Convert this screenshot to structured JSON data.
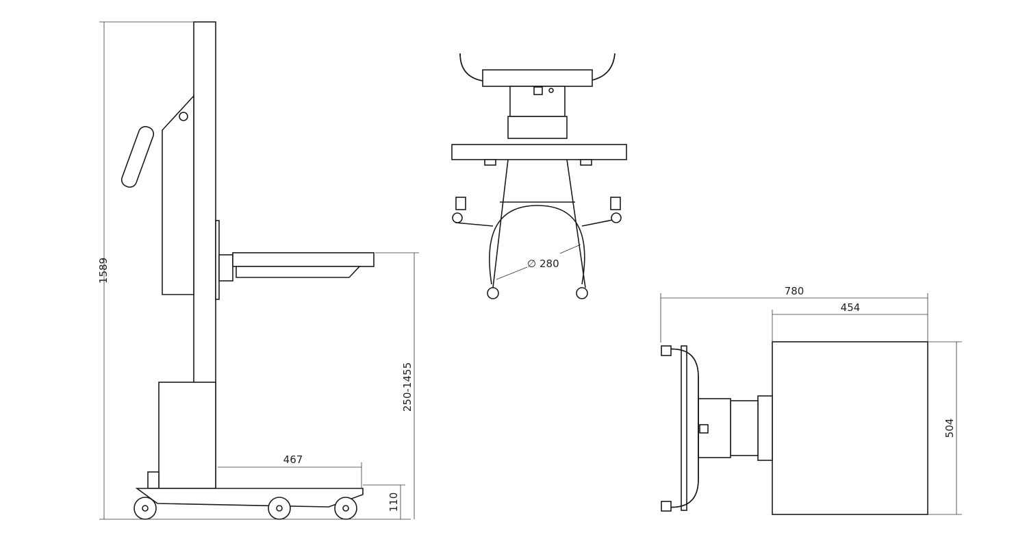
{
  "dimensions": {
    "side_total_height": "1589",
    "side_platform_height_range": "250-1455",
    "side_base_length": "467",
    "side_base_height": "110",
    "front_wheel_diameter": "280",
    "front_diameter_symbol": "∅",
    "top_total_length": "780",
    "top_platform_length": "454",
    "top_platform_width": "504"
  },
  "line_color": "#1a1a1a"
}
